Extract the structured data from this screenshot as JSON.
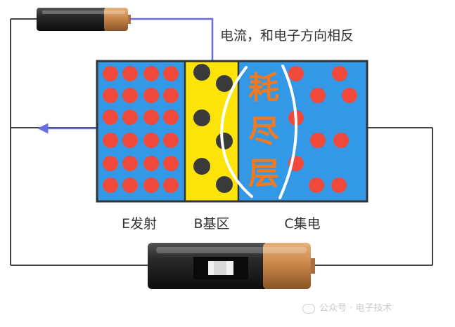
{
  "annotation": "电流，和电子方向相反",
  "depletion_label": [
    "耗",
    "尽",
    "层"
  ],
  "region_labels": {
    "emitter": "E发射",
    "base": "B基区",
    "collector": "C集电"
  },
  "watermark": "公众号 · 电子技术",
  "colors": {
    "region_blue": "#3399e6",
    "base_yellow": "#fce40a",
    "hole_red": "#ef4a3c",
    "electron_dark": "#3a3a3a",
    "wire": "#444444",
    "current_arrow": "#6a6fe0",
    "depletion_text": "#f07a22",
    "battery_copper": "#c98749",
    "battery_black": "#1f1f1f"
  },
  "icons": [
    "current-arrow-icon",
    "battery-icon"
  ]
}
